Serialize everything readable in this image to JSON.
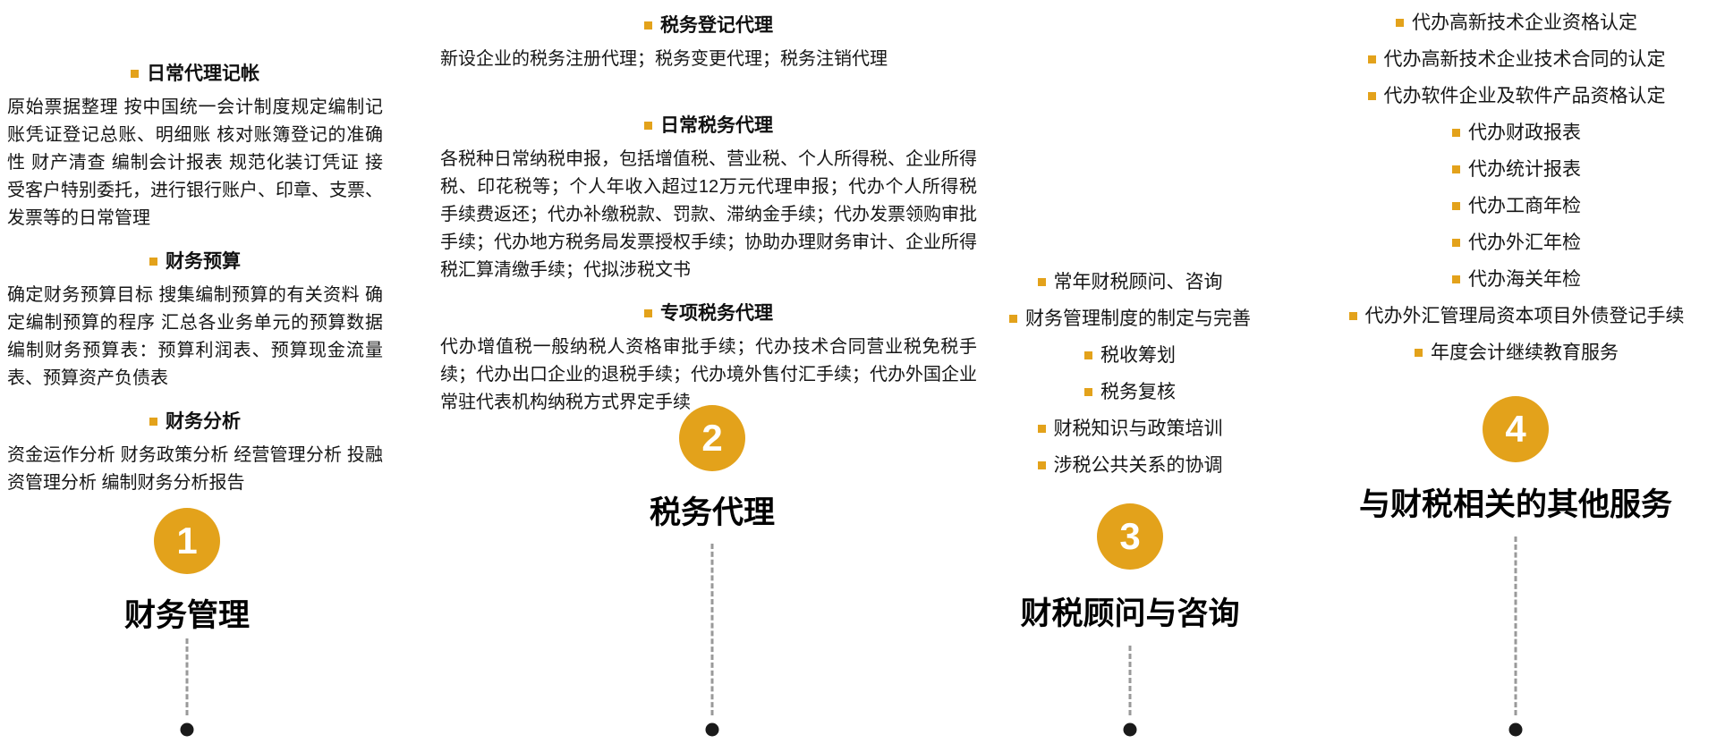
{
  "colors": {
    "accent": "#E3A21B",
    "connector_line": "#999999",
    "end_dot": "#1A1A1A",
    "text": "#111111",
    "background": "#FFFFFF"
  },
  "columns": [
    {
      "number": "1",
      "title": "财务管理",
      "sections": [
        {
          "heading": "日常代理记帐",
          "body": "原始票据整理 按中国统一会计制度规定编制记账凭证登记总账、明细账 核对账簿登记的准确性 财产清查 编制会计报表 规范化装订凭证 接受客户特别委托，进行银行账户、印章、支票、发票等的日常管理"
        },
        {
          "heading": "财务预算",
          "body": "确定财务预算目标 搜集编制预算的有关资料 确定编制预算的程序 汇总各业务单元的预算数据 编制财务预算表：预算利润表、预算现金流量表、预算资产负债表"
        },
        {
          "heading": "财务分析",
          "body": "资金运作分析 财务政策分析 经营管理分析 投融资管理分析 编制财务分析报告"
        }
      ]
    },
    {
      "number": "2",
      "title": "税务代理",
      "sections": [
        {
          "heading": "税务登记代理",
          "body": "新设企业的税务注册代理；税务变更代理；税务注销代理"
        },
        {
          "heading": "日常税务代理",
          "body": "各税种日常纳税申报，包括增值税、营业税、个人所得税、企业所得税、印花税等；个人年收入超过12万元代理申报；代办个人所得税手续费返还；代办补缴税款、罚款、滞纳金手续；代办发票领购审批手续；代办地方税务局发票授权手续；协助办理财务审计、企业所得税汇算清缴手续；代拟涉税文书"
        },
        {
          "heading": "专项税务代理",
          "body": "代办增值税一般纳税人资格审批手续；代办技术合同营业税免税手续；代办出口企业的退税手续；代办境外售付汇手续；代办外国企业常驻代表机构纳税方式界定手续"
        }
      ]
    },
    {
      "number": "3",
      "title": "财税顾问与咨询",
      "items": [
        "常年财税顾问、咨询",
        "财务管理制度的制定与完善",
        "税收筹划",
        "税务复核",
        "财税知识与政策培训",
        "涉税公共关系的协调"
      ]
    },
    {
      "number": "4",
      "title": "与财税相关的其他服务",
      "items": [
        "代办高新技术企业资格认定",
        "代办高新技术企业技术合同的认定",
        "代办软件企业及软件产品资格认定",
        "代办财政报表",
        "代办统计报表",
        "代办工商年检",
        "代办外汇年检",
        "代办海关年检",
        "代办外汇管理局资本项目外债登记手续",
        "年度会计继续教育服务"
      ]
    }
  ]
}
